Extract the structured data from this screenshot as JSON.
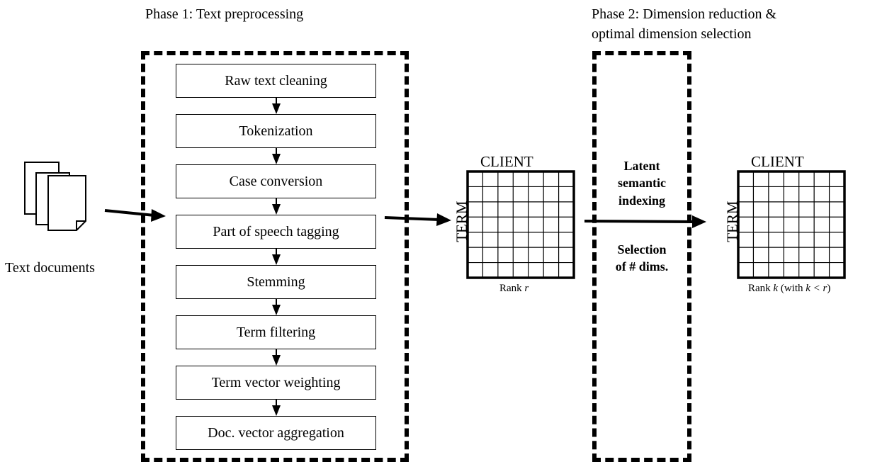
{
  "phase1": {
    "title": "Phase 1: Text preprocessing"
  },
  "phase2": {
    "title_line1": "Phase 2: Dimension reduction &",
    "title_line2": "optimal dimension selection"
  },
  "documents": {
    "label": "Text documents",
    "icon": "stacked-documents-icon"
  },
  "steps": [
    "Raw text cleaning",
    "Tokenization",
    "Case conversion",
    "Part of speech tagging",
    "Stemming",
    "Term filtering",
    "Term vector weighting",
    "Doc. vector aggregation"
  ],
  "matrix1": {
    "column_label": "CLIENT",
    "row_label": "TERM",
    "rank_prefix": "Rank ",
    "rank_symbol": "r",
    "rows": 7,
    "cols": 7
  },
  "matrix2": {
    "column_label": "CLIENT",
    "row_label": "TERM",
    "rank_prefix": "Rank ",
    "rank_symbol": "k",
    "rank_mid": " (with ",
    "rank_condition": "k < r",
    "rank_close": ")",
    "rows": 7,
    "cols": 7
  },
  "phase2_box": {
    "lsi_line1": "Latent",
    "lsi_line2": "semantic",
    "lsi_line3": "indexing",
    "sel_line1": "Selection",
    "sel_line2": "of # dims."
  }
}
